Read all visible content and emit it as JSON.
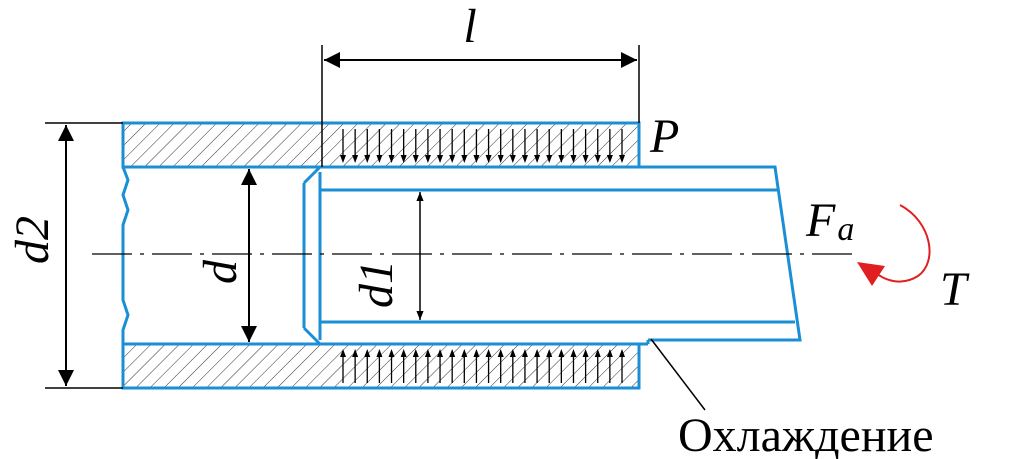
{
  "labels": {
    "length": "l",
    "pressure": "P",
    "axial_force_main": "F",
    "axial_force_sub": "a",
    "torque": "T",
    "outer_diameter": "d2",
    "bore_diameter": "d",
    "shaft_inner_diameter": "d1",
    "cooling": "Охлаждение"
  },
  "colors": {
    "outline": "#1a8fd6",
    "dimension": "#000000",
    "torque_arrow": "#e02020",
    "hatch": "#333333"
  },
  "arrow_count_per_row": 24
}
